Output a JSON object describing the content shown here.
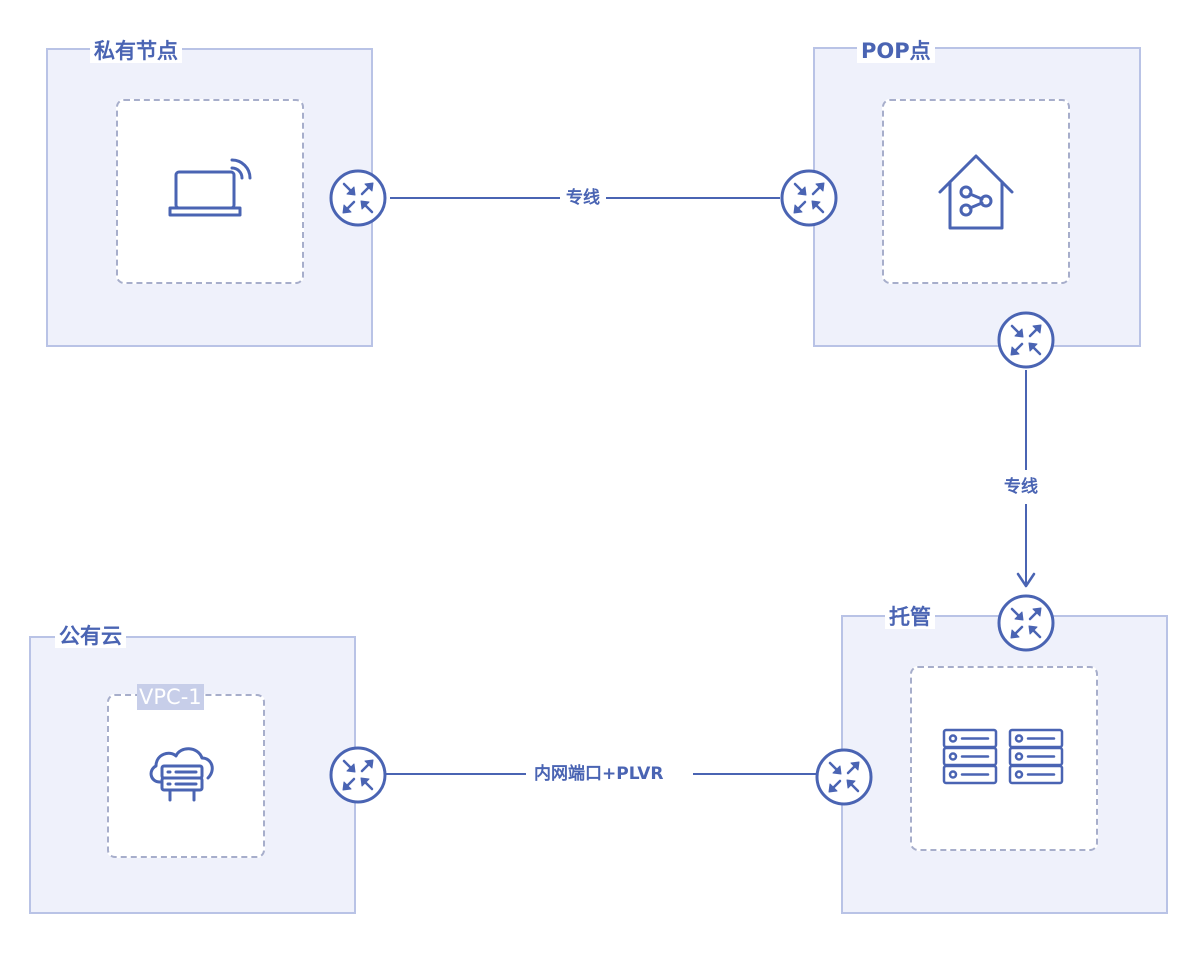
{
  "zones": {
    "private_node": {
      "title": "私有节点"
    },
    "pop": {
      "title": "POP点"
    },
    "public_cloud": {
      "title": "公有云",
      "vpc_label": "VPC-1"
    },
    "hosting": {
      "title": "托管"
    }
  },
  "links": {
    "private_to_pop": "专线",
    "pop_to_hosting": "专线",
    "cloud_to_hosting": "内网端口+PLVR"
  },
  "icons": {
    "laptop": "laptop-wifi-icon",
    "pop": "house-share-icon",
    "cloud": "cloud-server-icon",
    "servers": "server-rack-icon",
    "router": "router-icon"
  },
  "colors": {
    "accent": "#4a64b3",
    "zone_fill": "#eff1fb",
    "zone_border": "#b9c3e6",
    "dashed_border": "#a7aecb"
  }
}
